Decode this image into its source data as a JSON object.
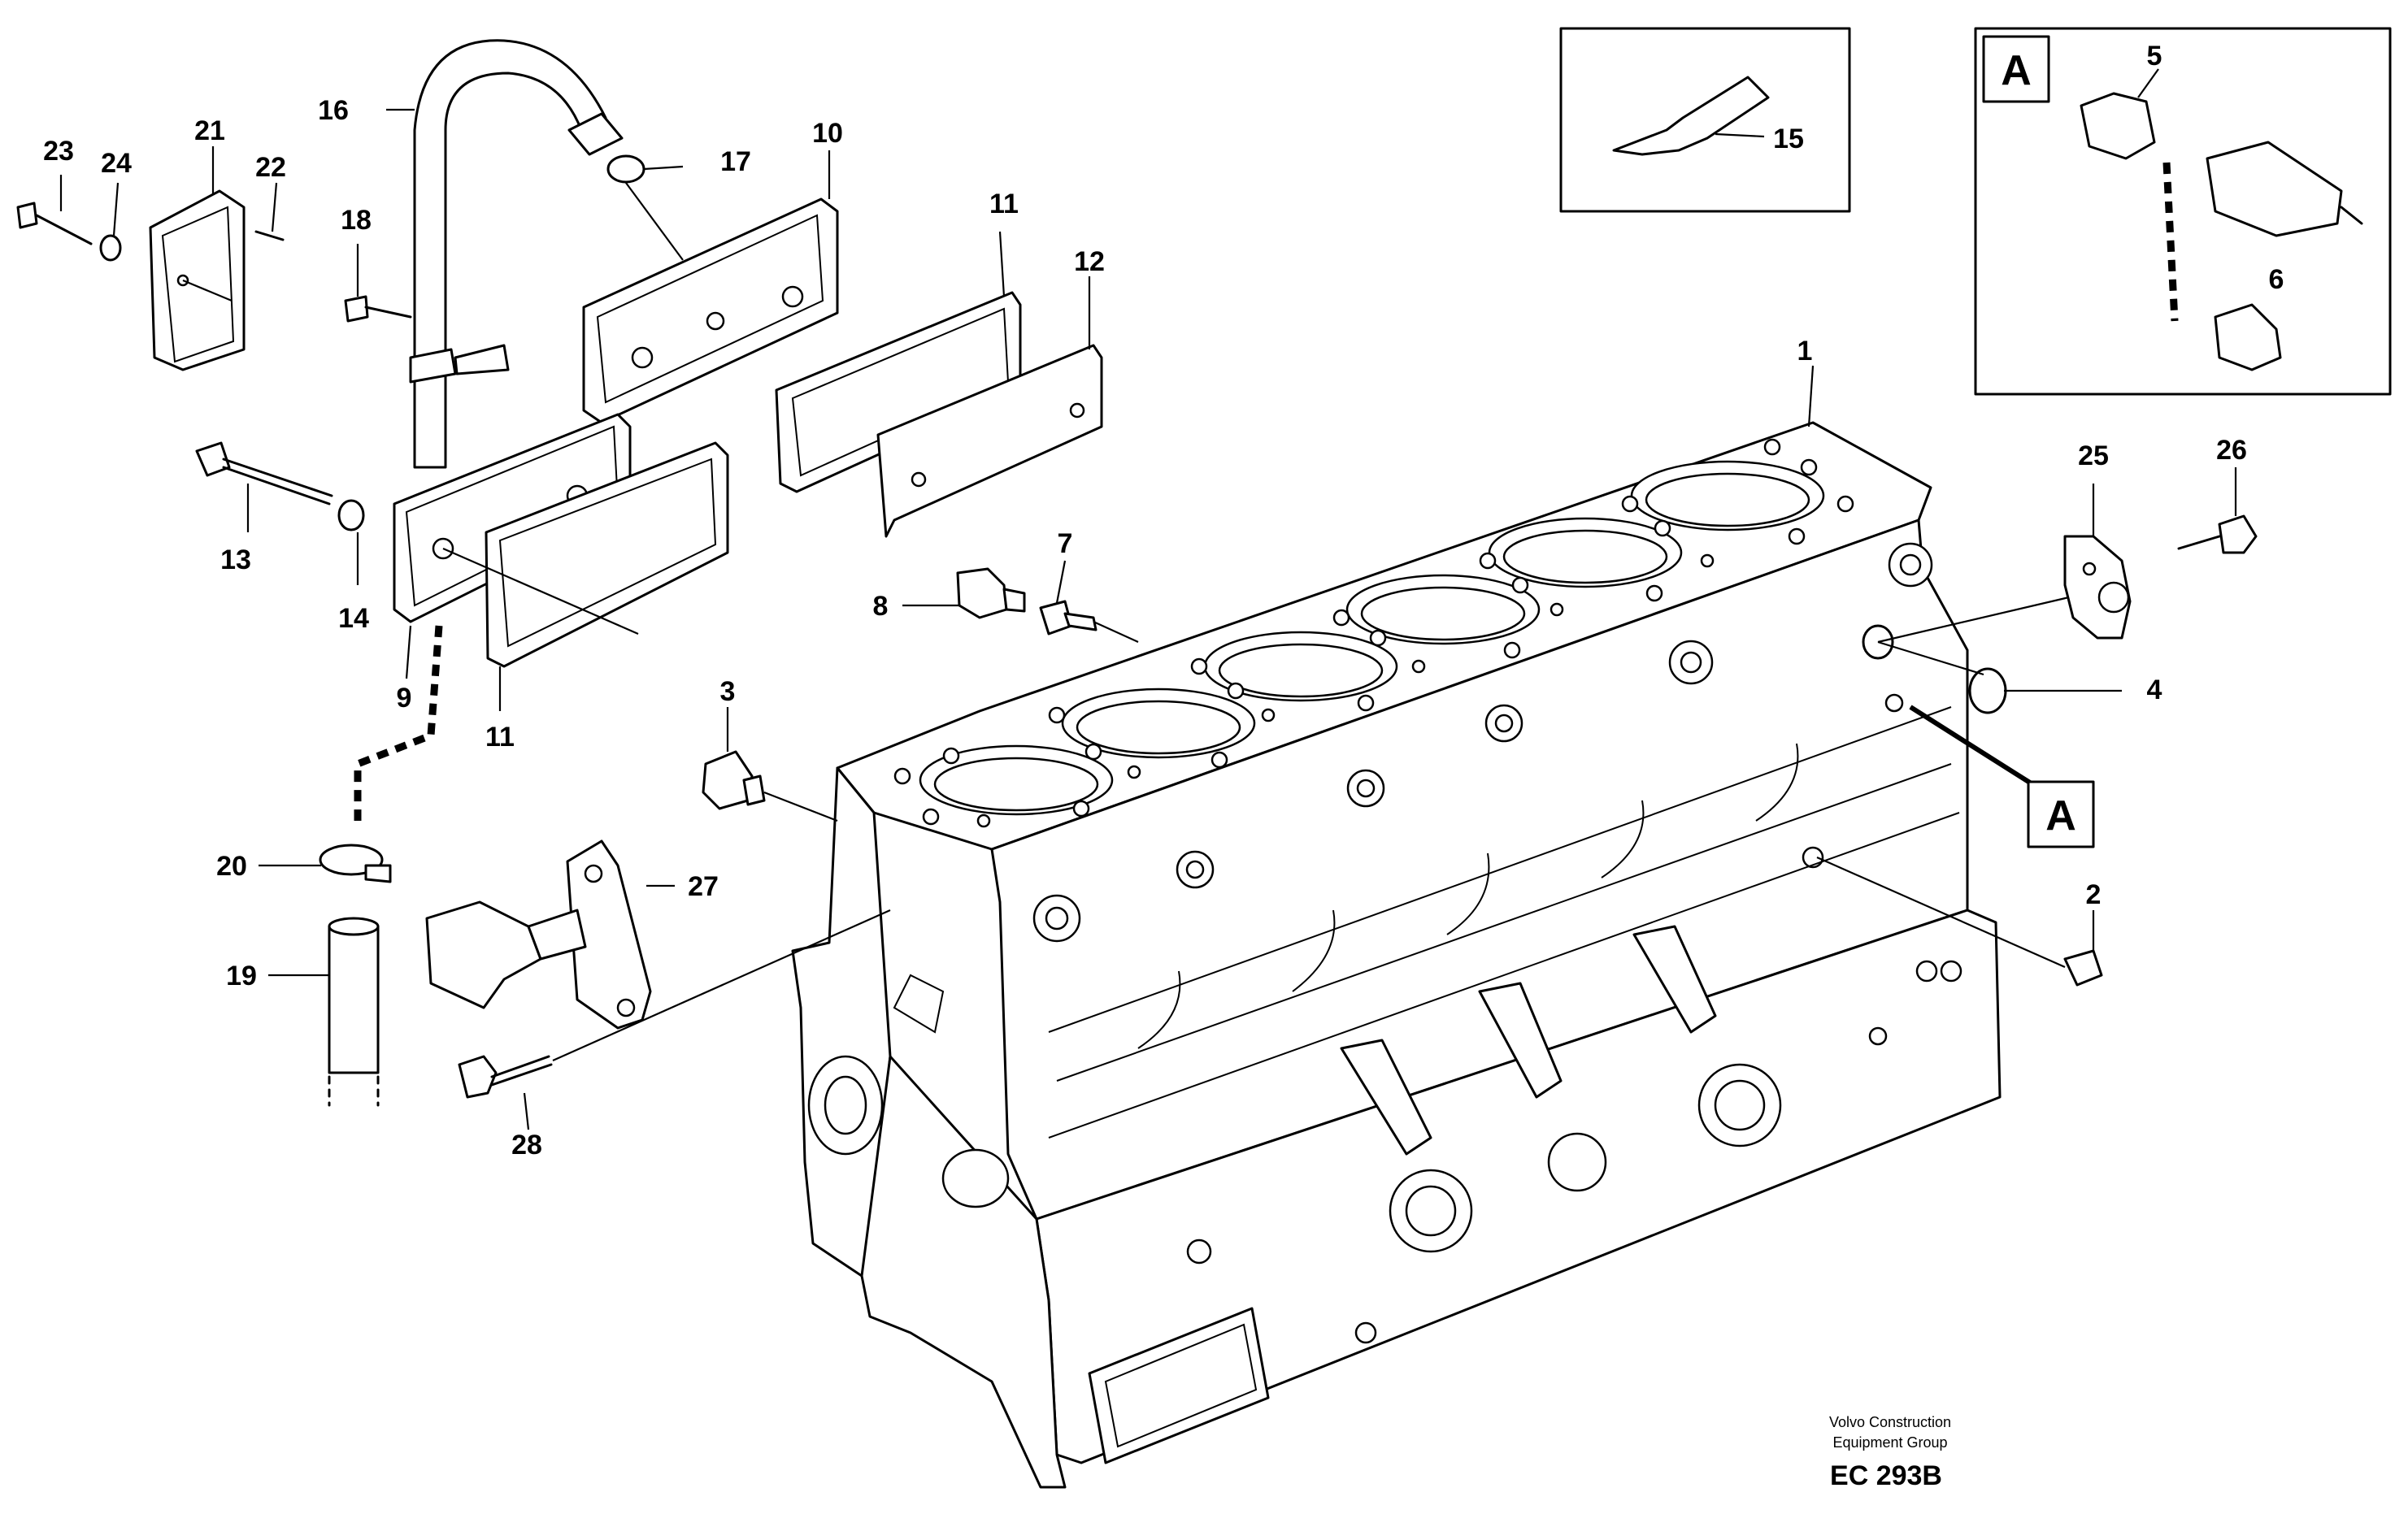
{
  "callouts": [
    "1",
    "2",
    "3",
    "4",
    "5",
    "6",
    "7",
    "8",
    "9",
    "10",
    "11",
    "11",
    "12",
    "13",
    "14",
    "15",
    "16",
    "17",
    "18",
    "19",
    "20",
    "21",
    "22",
    "23",
    "24",
    "25",
    "26",
    "27",
    "28"
  ],
  "detail_label": "A",
  "detail_ref_label": "A",
  "credit_line1": "Volvo Construction",
  "credit_line2": "Equipment Group",
  "drawing_code": "EC 293B"
}
